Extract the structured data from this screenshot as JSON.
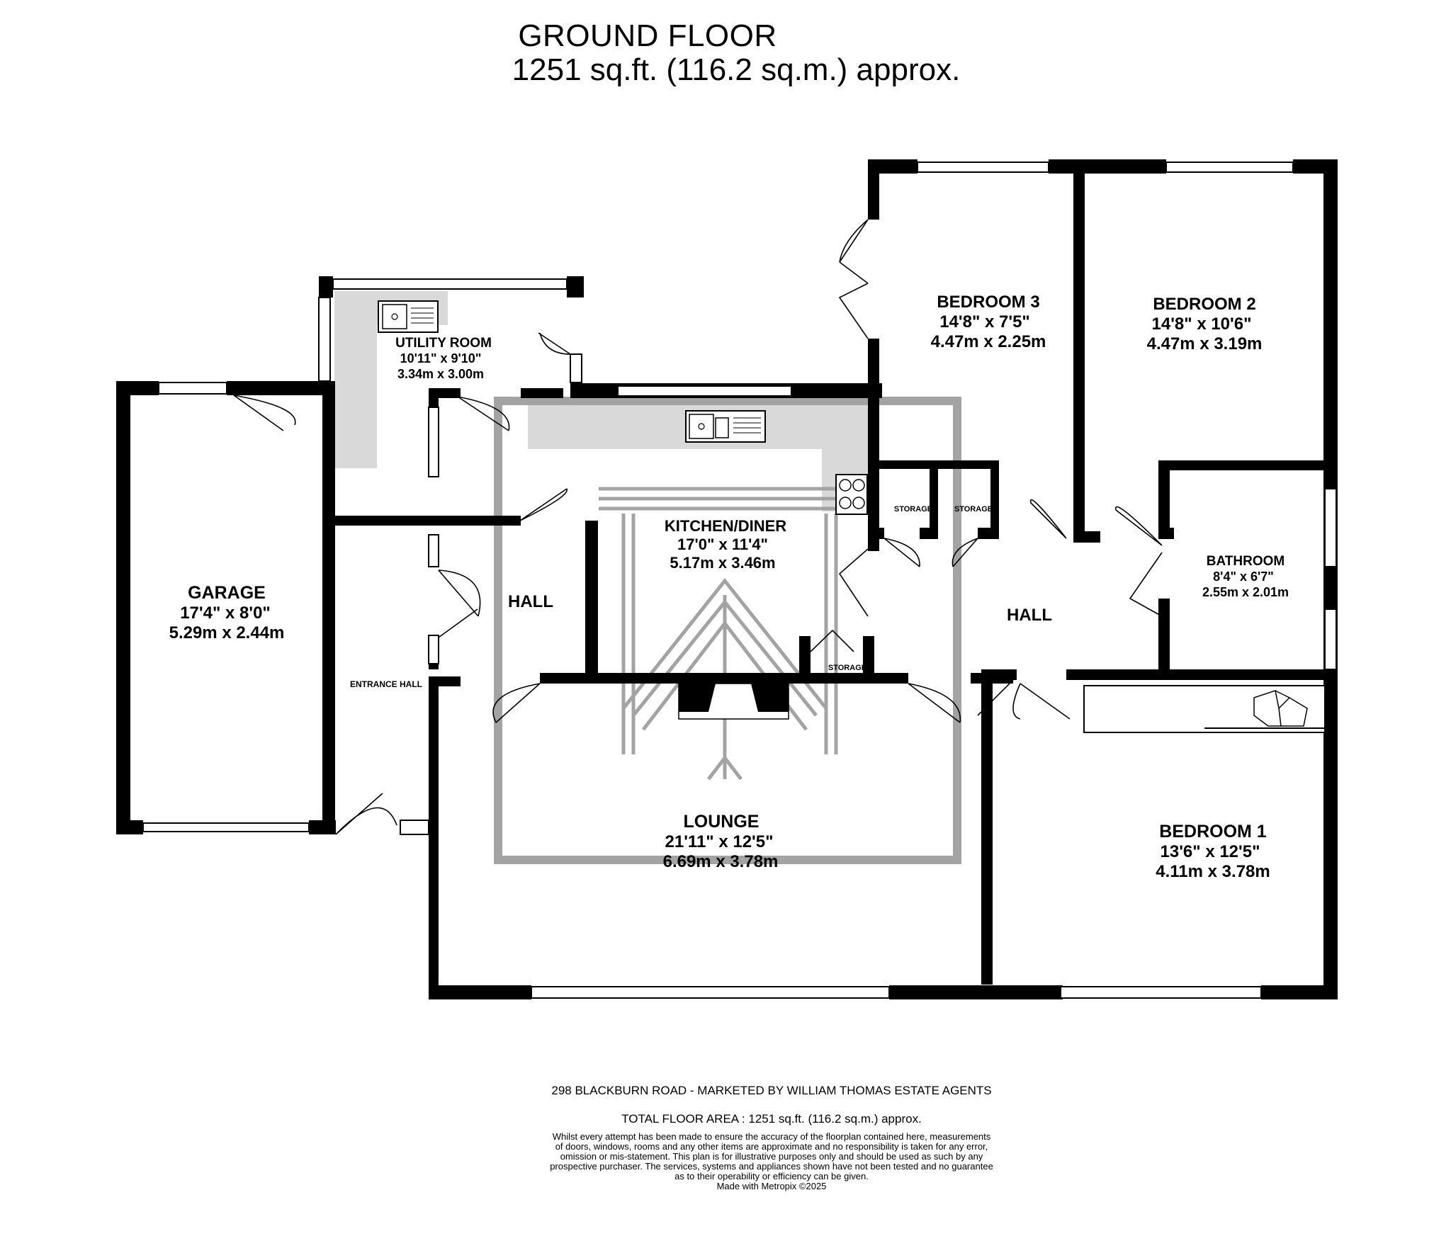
{
  "header": {
    "title": "GROUND FLOOR",
    "area": "1251 sq.ft. (116.2 sq.m.) approx."
  },
  "rooms": {
    "garage": {
      "name": "GARAGE",
      "imperial": "17'4\"  x 8'0\"",
      "metric": "5.29m  x 2.44m"
    },
    "utility": {
      "name": "UTILITY ROOM",
      "imperial": "10'11\"  x 9'10\"",
      "metric": "3.34m  x 3.00m"
    },
    "kitchen": {
      "name": "KITCHEN/DINER",
      "imperial": "17'0\"  x 11'4\"",
      "metric": "5.17m  x 3.46m"
    },
    "bedroom3": {
      "name": "BEDROOM 3",
      "imperial": "14'8\"  x 7'5\"",
      "metric": "4.47m  x 2.25m"
    },
    "bedroom2": {
      "name": "BEDROOM 2",
      "imperial": "14'8\"  x 10'6\"",
      "metric": "4.47m  x 3.19m"
    },
    "bathroom": {
      "name": "BATHROOM",
      "imperial": "8'4\"  x 6'7\"",
      "metric": "2.55m  x 2.01m"
    },
    "lounge": {
      "name": "LOUNGE",
      "imperial": "21'11\"  x 12'5\"",
      "metric": "6.69m  x 3.78m"
    },
    "bedroom1": {
      "name": "BEDROOM 1",
      "imperial": "13'6\"  x 12'5\"",
      "metric": "4.11m  x 3.78m"
    },
    "hall_left": {
      "name": "HALL"
    },
    "hall_right": {
      "name": "HALL"
    },
    "entrance_hall": {
      "name": "ENTRANCE HALL"
    },
    "storage_1": {
      "name": "STORAGE"
    },
    "storage_2": {
      "name": "STORAGE"
    },
    "storage_3": {
      "name": "STORAGE"
    }
  },
  "footer": {
    "address": "298 BLACKBURN ROAD - MARKETED BY WILLIAM THOMAS ESTATE AGENTS",
    "total": "TOTAL FLOOR AREA : 1251 sq.ft. (116.2 sq.m.) approx.",
    "disclaimer": [
      "Whilst every attempt has been made to ensure the accuracy of the floorplan contained here, measurements",
      "of doors, windows, rooms and any other items are approximate and no responsibility is taken for any error,",
      "omission or mis-statement. This plan is for illustrative purposes only and should be used as such by any",
      "prospective purchaser. The services, systems and appliances shown have not been tested and no guarantee",
      "as to their operability or efficiency can be given.",
      "Made with Metropix ©2025"
    ]
  },
  "colors": {
    "wall": "#000000",
    "counter": "#d9d9d9",
    "watermark": "#a3a3a3"
  },
  "icons": [
    "sink-icon",
    "hob-icon",
    "fireplace-icon",
    "shirt-icon",
    "watermark-logo"
  ]
}
